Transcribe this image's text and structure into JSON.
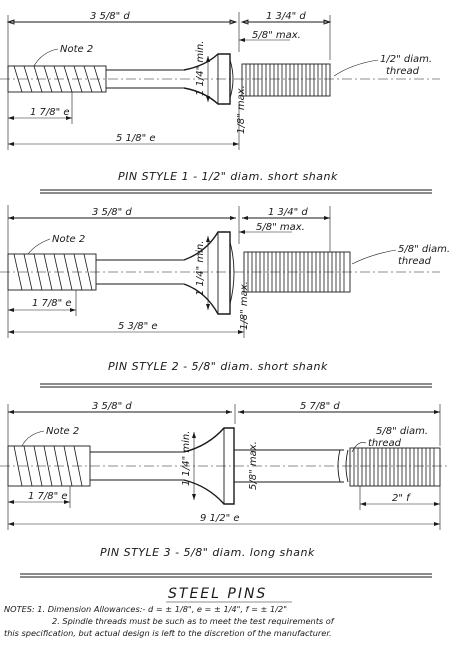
{
  "figure": {
    "pin1": {
      "dim_left_d": "3 5/8\" d",
      "dim_right_d": "1 3/4\" d",
      "dim_max": "5/8\" max.",
      "dim_head_min": "1 1/4\" min.",
      "dim_collar_max": "1/8\" max.",
      "dim_e_short": "1 7/8\" e",
      "dim_e_total": "5 1/8\" e",
      "note_label": "Note 2",
      "thread_label_1": "1/2\" diam.",
      "thread_label_2": "thread",
      "caption": "PIN STYLE 1 - 1/2\" diam. short shank"
    },
    "pin2": {
      "dim_left_d": "3 5/8\" d",
      "dim_right_d": "1 3/4\" d",
      "dim_max": "5/8\" max.",
      "dim_head_min": "1 1/4\" min.",
      "dim_collar_max": "1/8\" max.",
      "dim_e_short": "1 7/8\" e",
      "dim_e_total": "5 3/8\" e",
      "note_label": "Note 2",
      "thread_label_1": "5/8\" diam.",
      "thread_label_2": "thread",
      "caption": "PIN STYLE 2 - 5/8\" diam. short shank"
    },
    "pin3": {
      "dim_left_d": "3 5/8\" d",
      "dim_right_d": "5 7/8\" d",
      "dim_head_min": "1 1/4\" min.",
      "dim_collar_max": "5/8\" max.",
      "dim_e_short": "1 7/8\" e",
      "dim_e_total": "9 1/2\" e",
      "dim_f": "2\" f",
      "note_label": "Note 2",
      "thread_label_1": "5/8\" diam.",
      "thread_label_2": "thread",
      "caption": "PIN STYLE 3 - 5/8\" diam. long shank"
    },
    "title": "STEEL PINS",
    "notes": {
      "line1": "NOTES: 1. Dimension Allowances:- d = ± 1/8\", e = ± 1/4\", f = ± 1/2\"",
      "line2": "2. Spindle threads must be such as to meet the test requirements of",
      "line3": "this specification, but actual design is left to the discretion of the manufacturer."
    }
  }
}
